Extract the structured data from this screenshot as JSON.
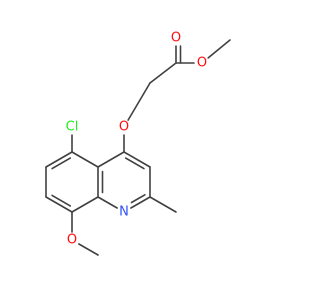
{
  "molecule": {
    "atom_colors": {
      "C": "#404040",
      "O": "#ff0d0d",
      "N": "#3050f8",
      "Cl": "#1ff01f"
    },
    "labels": {
      "ether_o": "O",
      "ester_o_double": "O",
      "ester_o_single": "O",
      "methoxy_o": "O",
      "ring_n": "N",
      "chlorine": "Cl"
    }
  }
}
